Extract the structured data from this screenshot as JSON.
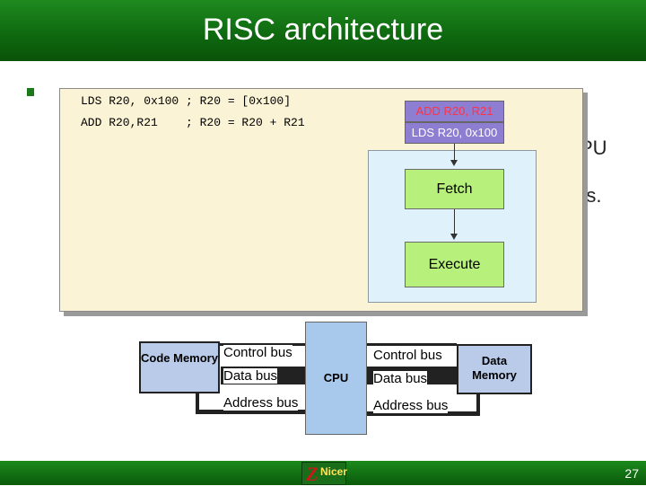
{
  "slide": {
    "title": "RISC architecture",
    "page_number": "27",
    "overflow_text_1": "PU",
    "overflow_text_2": "rs."
  },
  "code": {
    "line1": "LDS R20, 0x100 ; R20 = [0x100]",
    "line2": "ADD R20,R21    ; R20 = R20 + R21"
  },
  "pipeline": {
    "queue": [
      "ADD R20, R21",
      "LDS R20, 0x100"
    ],
    "fetch_label": "Fetch",
    "execute_label": "Execute"
  },
  "bus_diagram": {
    "code_memory": "Code Memory",
    "cpu": "CPU",
    "data_memory": "Data Memory",
    "left_buses": [
      "Control bus",
      "Data bus",
      "Address bus"
    ],
    "right_buses": [
      "Control bus",
      "Data bus",
      "Address bus"
    ]
  },
  "logo": {
    "mark": "Z",
    "text": "Nicer"
  },
  "colors": {
    "title_green": "#0f6a10",
    "panel": "#fbf3d5",
    "stage_green": "#b7f07a",
    "queue_purple": "#8e7ed2",
    "memory_blue": "#b9cbe9",
    "cpu_blue": "#a8c8ec"
  }
}
